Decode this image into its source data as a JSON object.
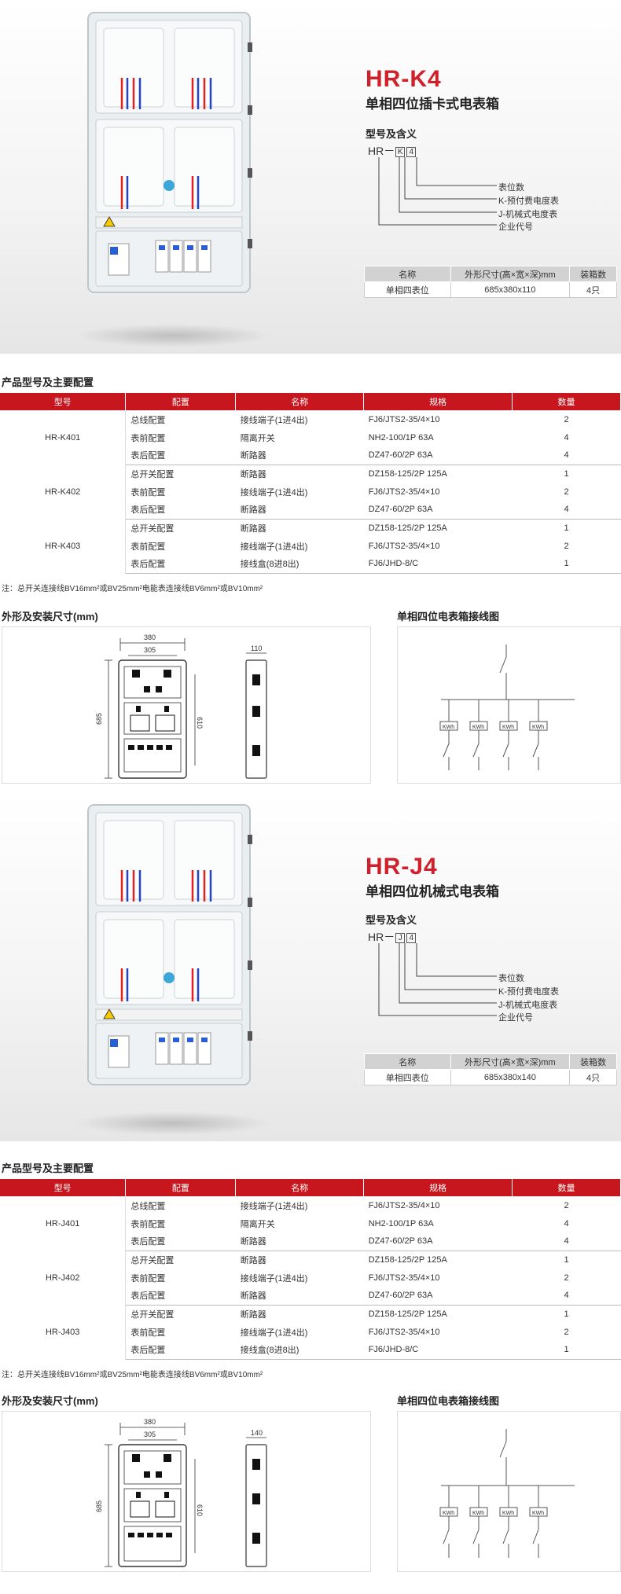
{
  "sections": [
    {
      "model": "HR-K4",
      "subtitle": "单相四位插卡式电表箱",
      "meaning_title": "型号及含义",
      "code_prefix": "HR－",
      "code_letter": "K",
      "code_digit": "4",
      "legend": [
        "表位数",
        "K-预付费电度表",
        "J-机械式电度表",
        "企业代号"
      ],
      "size_table": {
        "headers": [
          "名称",
          "外形尺寸(高×宽×深)mm",
          "装箱数"
        ],
        "row": [
          "单相四表位",
          "685x380x110",
          "4只"
        ]
      },
      "config_title": "产品型号及主要配置",
      "config_headers": [
        "型号",
        "配置",
        "名称",
        "规格",
        "数量"
      ],
      "groups": [
        {
          "model": "HR-K401",
          "rows": [
            [
              "总线配置",
              "接线端子(1进4出)",
              "FJ6/JTS2-35/4×10",
              "2"
            ],
            [
              "表前配置",
              "隔离开关",
              "NH2-100/1P 63A",
              "4"
            ],
            [
              "表后配置",
              "断路器",
              "DZ47-60/2P 63A",
              "4"
            ]
          ]
        },
        {
          "model": "HR-K402",
          "rows": [
            [
              "总开关配置",
              "断路器",
              "DZ158-125/2P 125A",
              "1"
            ],
            [
              "表前配置",
              "接线端子(1进4出)",
              "FJ6/JTS2-35/4×10",
              "2"
            ],
            [
              "表后配置",
              "断路器",
              "DZ47-60/2P 63A",
              "4"
            ]
          ]
        },
        {
          "model": "HR-K403",
          "rows": [
            [
              "总开关配置",
              "断路器",
              "DZ158-125/2P 125A",
              "1"
            ],
            [
              "表前配置",
              "接线端子(1进4出)",
              "FJ6/JTS2-35/4×10",
              "2"
            ],
            [
              "表后配置",
              "接线盒(8进8出)",
              "FJ6/JHD-8/C",
              "1"
            ]
          ]
        }
      ],
      "note": "注：总开关连接线BV16mm²或BV25mm²电能表连接线BV6mm²或BV10mm²",
      "dim_title": "外形及安装尺寸(mm)",
      "wiring_title": "单相四位电表箱接线图",
      "dims": {
        "w1": "380",
        "w2": "305",
        "h1": "685",
        "h2": "610",
        "d": "110"
      },
      "kwh": "KWh"
    },
    {
      "model": "HR-J4",
      "subtitle": "单相四位机械式电表箱",
      "meaning_title": "型号及含义",
      "code_prefix": "HR－",
      "code_letter": "J",
      "code_digit": "4",
      "legend": [
        "表位数",
        "K-预付费电度表",
        "J-机械式电度表",
        "企业代号"
      ],
      "size_table": {
        "headers": [
          "名称",
          "外形尺寸(高×宽×深)mm",
          "装箱数"
        ],
        "row": [
          "单相四表位",
          "685x380x140",
          "4只"
        ]
      },
      "config_title": "产品型号及主要配置",
      "config_headers": [
        "型号",
        "配置",
        "名称",
        "规格",
        "数量"
      ],
      "groups": [
        {
          "model": "HR-J401",
          "rows": [
            [
              "总线配置",
              "接线端子(1进4出)",
              "FJ6/JTS2-35/4×10",
              "2"
            ],
            [
              "表前配置",
              "隔离开关",
              "NH2-100/1P 63A",
              "4"
            ],
            [
              "表后配置",
              "断路器",
              "DZ47-60/2P 63A",
              "4"
            ]
          ]
        },
        {
          "model": "HR-J402",
          "rows": [
            [
              "总开关配置",
              "断路器",
              "DZ158-125/2P 125A",
              "1"
            ],
            [
              "表前配置",
              "接线端子(1进4出)",
              "FJ6/JTS2-35/4×10",
              "2"
            ],
            [
              "表后配置",
              "断路器",
              "DZ47-60/2P 63A",
              "4"
            ]
          ]
        },
        {
          "model": "HR-J403",
          "rows": [
            [
              "总开关配置",
              "断路器",
              "DZ158-125/2P 125A",
              "1"
            ],
            [
              "表前配置",
              "接线端子(1进4出)",
              "FJ6/JTS2-35/4×10",
              "2"
            ],
            [
              "表后配置",
              "接线盒(8进8出)",
              "FJ6/JHD-8/C",
              "1"
            ]
          ]
        }
      ],
      "note": "注：总开关连接线BV16mm²或BV25mm²电能表连接线BV6mm²或BV10mm²",
      "dim_title": "外形及安装尺寸(mm)",
      "wiring_title": "单相四位电表箱接线图",
      "dims": {
        "w1": "380",
        "w2": "305",
        "h1": "685",
        "h2": "610",
        "d": "140"
      },
      "kwh": "KWh"
    }
  ]
}
